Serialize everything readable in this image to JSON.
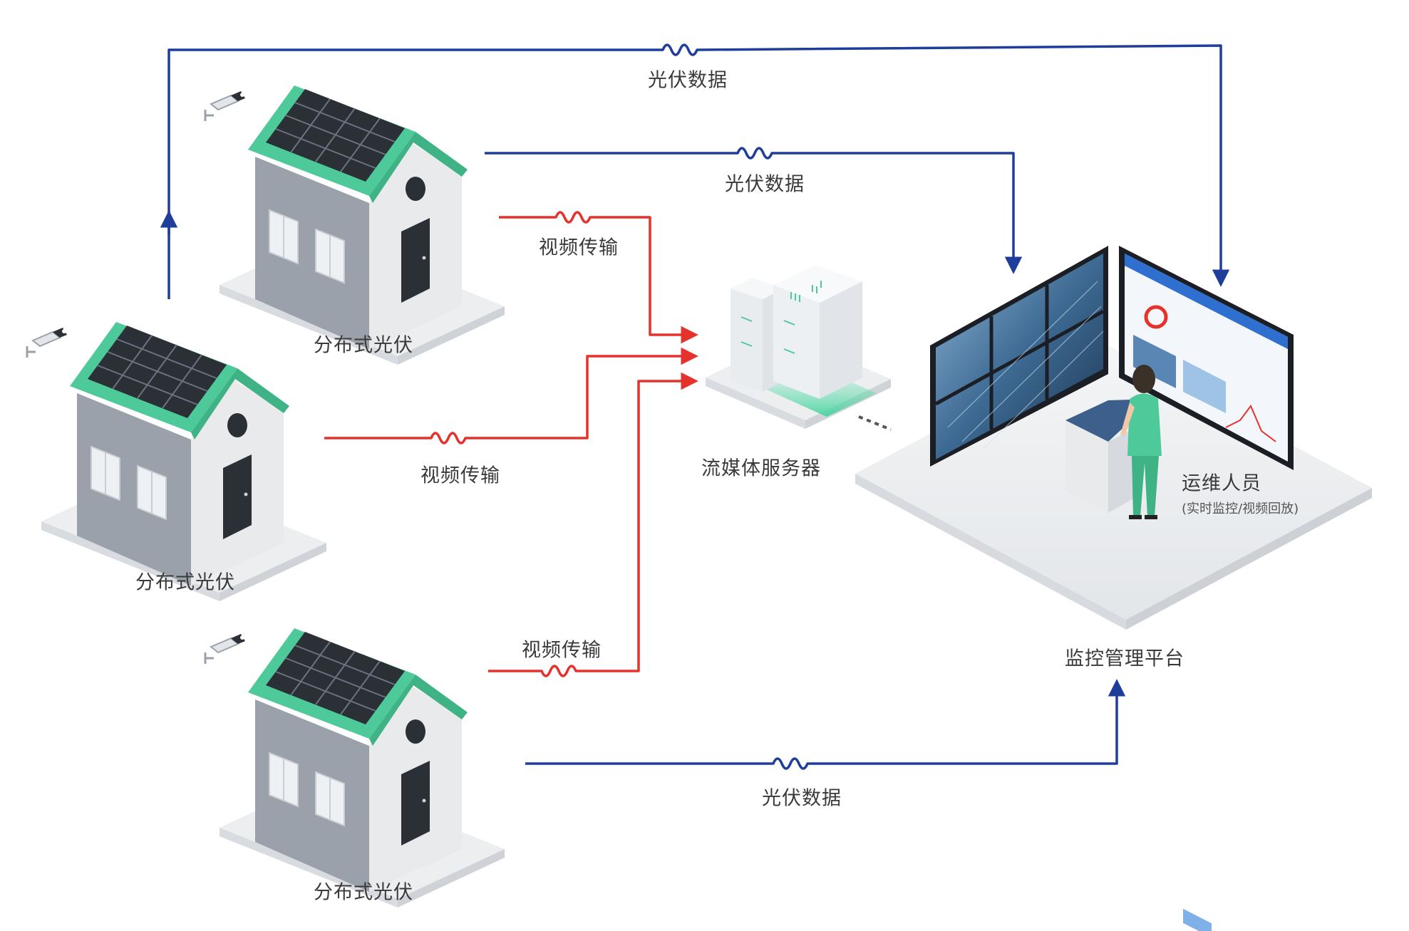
{
  "nodes": {
    "house_top": "分布式光伏",
    "house_mid": "分布式光伏",
    "house_bottom": "分布式光伏",
    "server": "流媒体服务器",
    "platform": "监控管理平台",
    "operator": "运维人员",
    "operator_note": "(实时监控/视频回放)"
  },
  "links": {
    "pv_data_top": "光伏数据",
    "pv_data_upper": "光伏数据",
    "pv_data_bottom": "光伏数据",
    "video_1": "视频传输",
    "video_2": "视频传输",
    "video_3": "视频传输"
  },
  "colors": {
    "pv_data_line": "#1f3e9c",
    "video_line": "#e5322d",
    "roof": "#4dc99a",
    "panel": "#2b2f36",
    "wall": "#9aa1ab",
    "platform": "#eef0f2"
  }
}
